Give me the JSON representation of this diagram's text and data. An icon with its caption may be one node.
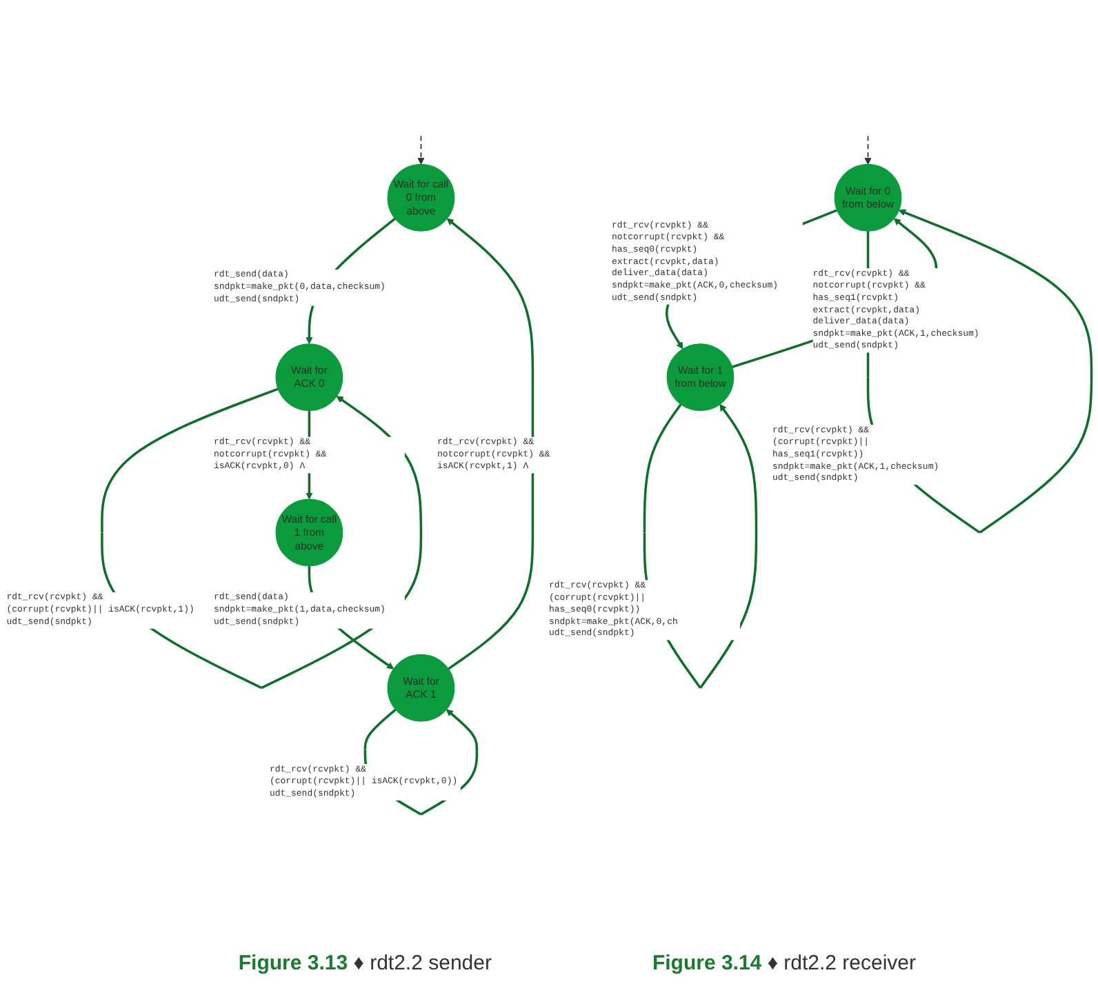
{
  "diagram": {
    "nodes": [
      {
        "text": [
          "Wait for call 0 from above"
        ]
      },
      {
        "text": [
          "Wait for ACK 0"
        ]
      },
      {
        "text": [
          "Wait for ACK 1"
        ]
      },
      {
        "text": [
          "Wait for call 1 from above"
        ]
      },
      {
        "text": [
          "Wait for 0 from below"
        ]
      },
      {
        "text": [
          "Wait for 1 from below"
        ]
      }
    ],
    "edges": [
      {
        "from": null,
        "to": 0,
        "arrow": "to",
        "style": "dashed",
        "color": "#333333"
      },
      {
        "from": 0,
        "to": 1,
        "arrow": "to",
        "label": "rdt_send(data) sndpkt=make_pkt(0,data,checksum) udt_send(sndpkt)"
      },
      {
        "from": 1,
        "to": 1,
        "arrow": "to",
        "label": "rdt_rcv(rcvpkt) && (corrupt(rcvpkt)|| isACK(rcvpkt,1)) udt_send(sndpkt)"
      },
      {
        "from": 2,
        "to": 0,
        "arrow": "to",
        "label": "rdt_rcv(rcvpkt) && notcorrupt(rcvpkt) && isACK(rcvpkt,1) Λ"
      },
      {
        "from": 1,
        "to": 3,
        "arrow": "to",
        "label": "rdt_rcv(rcvpkt) && notcorrupt(rcvpkt) && isACK(rcvpkt,0) Λ"
      },
      {
        "from": 2,
        "to": 2,
        "arrow": "to",
        "label": "rdt_rcv(rcvpkt) && (corrupt(rcvpkt)|| isACK(rcvpkt,0)) udt_send(sndpkt)"
      },
      {
        "from": 3,
        "to": 2,
        "arrow": "to",
        "label": "rdt_send(data) sndpkt=make_pkt(1,data,checksum) udt_send(sndpkt)"
      },
      {
        "from": null,
        "to": 4,
        "arrow": "to",
        "style": "dashed",
        "color": "#333333"
      },
      {
        "from": 4,
        "to": 5,
        "arrow": "to",
        "label": "rdt_rcv(rcvpkt) && notcorrupt(rcvpkt) && has_seq0(rcvpkt) extract(rcvpkt,data) deliver_data(data) sndpkt=make_pkt(ACK,0,checksum) udt_send(sndpkt)"
      },
      {
        "from": 5,
        "to": 5,
        "arrow": "to",
        "label": "rdt_rcv(rcvpkt) && (corrupt(rcvpkt)|| has_seq0(rcvpkt)) sndpkt=make_pkt(ACK,0,ch udt_send(sndpkt)"
      },
      {
        "from": 4,
        "to": 4,
        "arrow": "to",
        "label": "rdt_rcv(rcvpkt) && (corrupt(rcvpkt)|| has_seq1(rcvpkt)) sndpkt=make_pkt(ACK,1,checksum) udt_send(sndpkt)"
      },
      {
        "from": 5,
        "to": 4,
        "arrow": "to",
        "label": "rdt_rcv(rcvpkt) && notcorrupt(rcvpkt) && has_seq1(rcvpkt) extract(rcvpkt,data) deliver_data(data) sndpkt=make_pkt(ACK,1,checksum) udt_send(sndpkt)"
      }
    ],
    "labels": [
      "**Figure 3.13** ♦ rdt2.2 sender",
      "**Figure 3.14** ♦ rdt2.2 receiver"
    ]
  }
}
